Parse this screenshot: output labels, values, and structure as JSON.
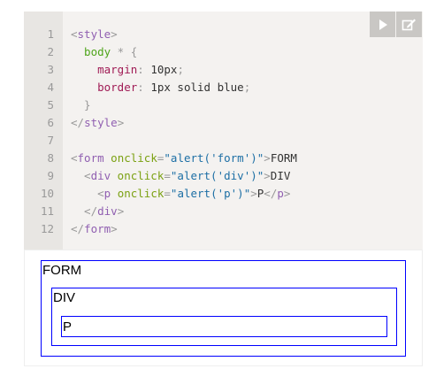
{
  "editor": {
    "line_numbers": [
      "1",
      "2",
      "3",
      "4",
      "5",
      "6",
      "7",
      "8",
      "9",
      "10",
      "11",
      "12"
    ],
    "lines": [
      [
        {
          "t": "<",
          "c": "punct"
        },
        {
          "t": "style",
          "c": "tag"
        },
        {
          "t": ">",
          "c": "punct"
        }
      ],
      [
        {
          "t": "  body",
          "c": "sel"
        },
        {
          "t": " * {",
          "c": "punct"
        }
      ],
      [
        {
          "t": "    margin",
          "c": "prop"
        },
        {
          "t": ": ",
          "c": "punct"
        },
        {
          "t": "10px",
          "c": "val"
        },
        {
          "t": ";",
          "c": "punct"
        }
      ],
      [
        {
          "t": "    border",
          "c": "prop"
        },
        {
          "t": ": ",
          "c": "punct"
        },
        {
          "t": "1px solid blue",
          "c": "val"
        },
        {
          "t": ";",
          "c": "punct"
        }
      ],
      [
        {
          "t": "  }",
          "c": "punct"
        }
      ],
      [
        {
          "t": "</",
          "c": "punct"
        },
        {
          "t": "style",
          "c": "tag"
        },
        {
          "t": ">",
          "c": "punct"
        }
      ],
      [],
      [
        {
          "t": "<",
          "c": "punct"
        },
        {
          "t": "form",
          "c": "tag"
        },
        {
          "t": " onclick",
          "c": "attr"
        },
        {
          "t": "=",
          "c": "punct"
        },
        {
          "t": "\"alert('form')\"",
          "c": "str"
        },
        {
          "t": ">",
          "c": "punct"
        },
        {
          "t": "FORM",
          "c": "text"
        }
      ],
      [
        {
          "t": "  <",
          "c": "punct"
        },
        {
          "t": "div",
          "c": "tag"
        },
        {
          "t": " onclick",
          "c": "attr"
        },
        {
          "t": "=",
          "c": "punct"
        },
        {
          "t": "\"alert('div')\"",
          "c": "str"
        },
        {
          "t": ">",
          "c": "punct"
        },
        {
          "t": "DIV",
          "c": "text"
        }
      ],
      [
        {
          "t": "    <",
          "c": "punct"
        },
        {
          "t": "p",
          "c": "tag"
        },
        {
          "t": " onclick",
          "c": "attr"
        },
        {
          "t": "=",
          "c": "punct"
        },
        {
          "t": "\"alert('p')\"",
          "c": "str"
        },
        {
          "t": ">",
          "c": "punct"
        },
        {
          "t": "P",
          "c": "text"
        },
        {
          "t": "</",
          "c": "punct"
        },
        {
          "t": "p",
          "c": "tag"
        },
        {
          "t": ">",
          "c": "punct"
        }
      ],
      [
        {
          "t": "  </",
          "c": "punct"
        },
        {
          "t": "div",
          "c": "tag"
        },
        {
          "t": ">",
          "c": "punct"
        }
      ],
      [
        {
          "t": "</",
          "c": "punct"
        },
        {
          "t": "form",
          "c": "tag"
        },
        {
          "t": ">",
          "c": "punct"
        }
      ]
    ]
  },
  "toolbar": {
    "run_icon": "play-icon",
    "edit_icon": "edit-icon"
  },
  "result": {
    "form_label": "FORM",
    "div_label": "DIV",
    "p_label": "P"
  },
  "colors": {
    "code_bg": "#f4f2f0",
    "gutter_bg": "#e8e6e3",
    "button_bg": "#c9c7c4",
    "border_blue": "#0000ff",
    "tag": "#905fb1",
    "attr": "#7ba112",
    "string": "#1d6fa5",
    "property": "#a01b55",
    "selector": "#4fa51b"
  }
}
